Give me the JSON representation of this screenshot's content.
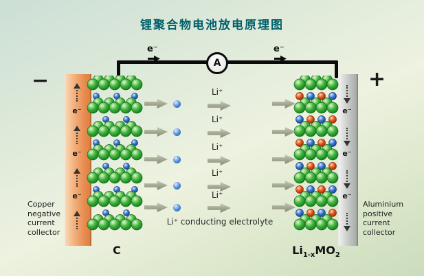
{
  "title": "锂聚合物电池放电原理图",
  "colors": {
    "accent_teal": "#005f6b",
    "copper": "#ED9A5F",
    "aluminium": "#C9CCCB",
    "green_sphere": "#43B53E",
    "blue_sphere": "#3B79D4",
    "orange_sphere": "#E8561E",
    "arrow_gray": "#A9AE99"
  },
  "circuit": {
    "ammeter_label": "A",
    "electron_labels": [
      "e⁻",
      "e⁻"
    ]
  },
  "terminals": {
    "negative": "−",
    "positive": "+"
  },
  "left_collector": {
    "electrons": [
      "e⁻",
      "e⁻",
      "e⁻"
    ],
    "caption_lines": [
      "Copper",
      "negative",
      "current",
      "collector"
    ]
  },
  "right_collector": {
    "electrons": [
      "e⁻",
      "e⁻",
      "e⁻"
    ],
    "caption_lines": [
      "Aluminium",
      "positive",
      "current",
      "collector"
    ]
  },
  "electrolyte": {
    "ion_labels": [
      "Li⁺",
      "Li⁺",
      "Li⁺",
      "Li⁺",
      "Li⁺"
    ],
    "caption": "Li⁺ conducting electrolyte"
  },
  "electrodes": {
    "left_label": "C",
    "right_formula": {
      "base1": "Li",
      "sub1": "1-x",
      "base2": "MO",
      "sub2": "2"
    }
  }
}
